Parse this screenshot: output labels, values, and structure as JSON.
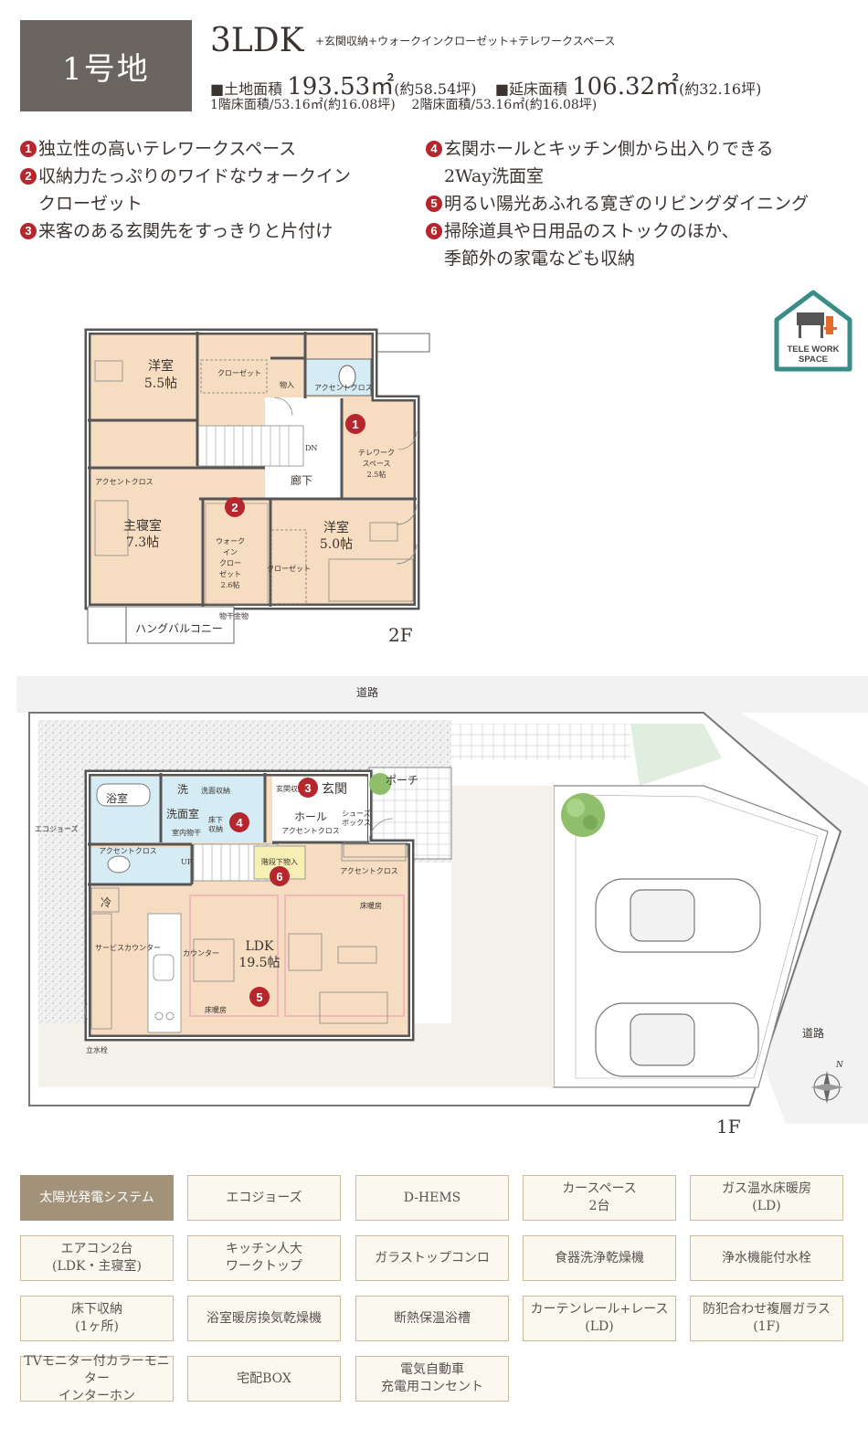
{
  "header": {
    "lot": "1号地",
    "plan_type": "3LDK",
    "plan_extra": "+玄関収納+ウォークインクローゼット+テレワークスペース",
    "land_label": "■土地面積",
    "land_value": "193.53㎡",
    "land_tsubo": "(約58.54坪)",
    "floor_label": "■延床面積",
    "floor_value": "106.32㎡",
    "floor_tsubo": "(約32.16坪)",
    "floor1": "1階床面積/53.16㎡(約16.08坪)",
    "floor2": "2階床面積/53.16㎡(約16.08坪)"
  },
  "features": [
    {
      "num": "1",
      "text": "独立性の高いテレワークスペース"
    },
    {
      "num": "2",
      "text": "収納力たっぷりのワイドなウォークイン",
      "cont": "クローゼット"
    },
    {
      "num": "3",
      "text": "来客のある玄関先をすっきりと片付け"
    },
    {
      "num": "4",
      "text": "玄関ホールとキッチン側から出入りできる",
      "cont": "2Way洗面室"
    },
    {
      "num": "5",
      "text": "明るい陽光あふれる寛ぎのリビングダイニング"
    },
    {
      "num": "6",
      "text": "掃除道具や日用品のストックのほか、",
      "cont": "季節外の家電なども収納"
    }
  ],
  "badge": {
    "line1": "TELE WORK",
    "line2": "SPACE"
  },
  "plan2f": {
    "floor": "2F",
    "rooms": {
      "western1": "洋室",
      "western1_size": "5.5帖",
      "closet": "クローゼット",
      "storage": "物入",
      "accent_cloth": "アクセントクロス",
      "dn": "DN",
      "telework": "テレワーク",
      "telework2": "スペース",
      "telework_size": "2.5帖",
      "corridor": "廊下",
      "accent_v": "アクセントクロス",
      "master": "主寝室",
      "master_size": "7.3帖",
      "wic1": "ウォーク",
      "wic2": "イン",
      "wic3": "クロー",
      "wic4": "ゼット",
      "wic_size": "2.6帖",
      "western2": "洋室",
      "western2_size": "5.0帖",
      "closet2": "クローゼット",
      "dryer": "物干金物",
      "balcony": "ハングバルコニー"
    }
  },
  "plan1f": {
    "floor": "1F",
    "road_top": "道路",
    "road_right": "道路",
    "porch": "ポーチ",
    "entrance": "玄関",
    "hall": "ホール",
    "accent": "アクセントクロス",
    "shoes": "シューズ",
    "shoes2": "ボックス",
    "entrance_storage": "玄関収納",
    "wash": "洗",
    "wash_storage": "洗面収納",
    "washroom": "洗面室",
    "bath": "浴室",
    "underfloor": "床下",
    "underfloor2": "収納",
    "indoor_dry": "室内物干",
    "accent_bath": "アクセントクロス",
    "up": "UP",
    "stair_storage": "階段下物入",
    "accent_ldk": "アクセントクロス",
    "fridge": "冷",
    "service": "サービスカウンター",
    "counter": "カウンター",
    "ldk": "LDK",
    "ldk_size": "19.5帖",
    "floor_heat1": "床暖房",
    "floor_heat2": "床暖房",
    "faucet": "立水栓",
    "ecocute": "エコジョーズ",
    "north": "N"
  },
  "specs": [
    {
      "label": "太陽光発電システム",
      "on": true
    },
    {
      "label": "エコジョーズ",
      "on": false
    },
    {
      "label": "D-HEMS",
      "on": false
    },
    {
      "label": "カースペース\n2台",
      "on": false
    },
    {
      "label": "ガス温水床暖房\n(LD)",
      "on": false
    },
    {
      "label": "エアコン2台\n(LDK・主寝室)",
      "on": false
    },
    {
      "label": "キッチン人大\nワークトップ",
      "on": false
    },
    {
      "label": "ガラストップコンロ",
      "on": false
    },
    {
      "label": "食器洗浄乾燥機",
      "on": false
    },
    {
      "label": "浄水機能付水栓",
      "on": false
    },
    {
      "label": "床下収納\n(1ヶ所)",
      "on": false
    },
    {
      "label": "浴室暖房換気乾燥機",
      "on": false
    },
    {
      "label": "断熱保温浴槽",
      "on": false
    },
    {
      "label": "カーテンレール+レース\n(LD)",
      "on": false
    },
    {
      "label": "防犯合わせ複層ガラス\n(1F)",
      "on": false
    },
    {
      "label": "TVモニター付カラーモニター\nインターホン",
      "on": false
    },
    {
      "label": "宅配BOX",
      "on": false
    },
    {
      "label": "電気自動車\n充電用コンセント",
      "on": false
    }
  ],
  "colors": {
    "accent_red": "#b5262d",
    "floor": "#f6dcc0",
    "spec_on": "#a3927a",
    "teal": "#3a8c86"
  }
}
